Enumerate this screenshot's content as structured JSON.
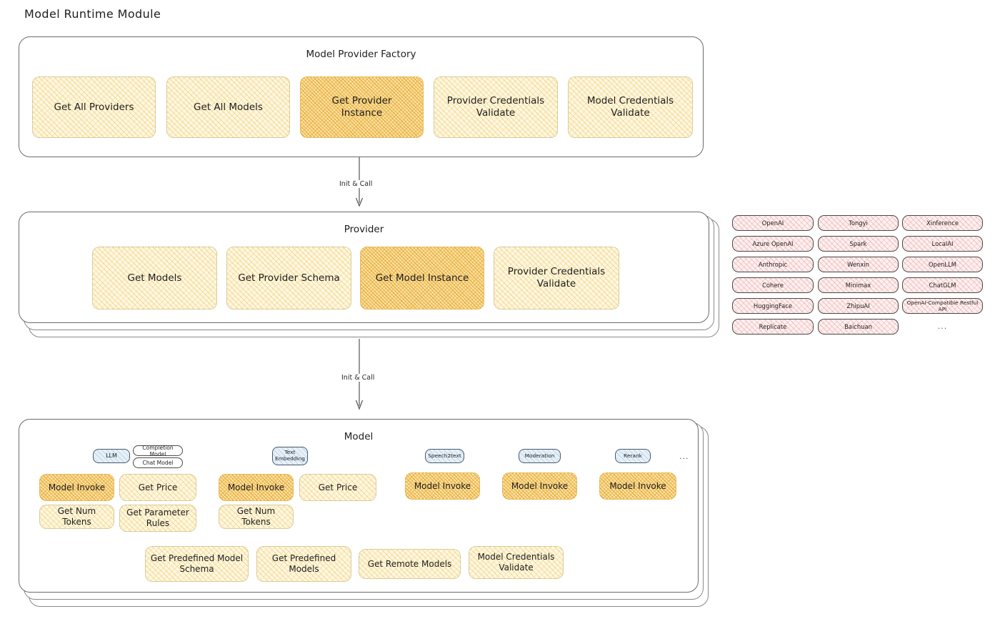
{
  "page": {
    "title": "Model Runtime Module"
  },
  "factory": {
    "title": "Model Provider Factory",
    "boxes": [
      {
        "label": "Get All Providers",
        "highlight": false
      },
      {
        "label": "Get All Models",
        "highlight": false
      },
      {
        "label": "Get Provider\nInstance",
        "highlight": true
      },
      {
        "label": "Provider Credentials\nValidate",
        "highlight": false
      },
      {
        "label": "Model Credentials\nValidate",
        "highlight": false
      }
    ]
  },
  "arrows": [
    {
      "label": "Init & Call"
    },
    {
      "label": "Init & Call"
    }
  ],
  "provider": {
    "title": "Provider",
    "boxes": [
      {
        "label": "Get Models",
        "highlight": false
      },
      {
        "label": "Get Provider Schema",
        "highlight": false
      },
      {
        "label": "Get Model Instance",
        "highlight": true
      },
      {
        "label": "Provider Credentials\nValidate",
        "highlight": false
      }
    ]
  },
  "provider_list": {
    "columns": [
      {
        "items": [
          "OpenAI",
          "Azure OpenAI",
          "Anthropic",
          "Cohere",
          "HuggingFace",
          "Replicate"
        ]
      },
      {
        "items": [
          "Tongyi",
          "Spark",
          "Wenxin",
          "Minimax",
          "ZhipuAI",
          "Baichuan"
        ]
      },
      {
        "items": [
          "Xinference",
          "LocalAI",
          "OpenLLM",
          "ChatGLM",
          "OpenAI-Compatible Restful API"
        ]
      }
    ],
    "more": "..."
  },
  "model": {
    "title": "Model",
    "more": "...",
    "types": [
      {
        "badge": "LLM",
        "subbadges": [
          "Completion Model",
          "Chat Model"
        ],
        "boxes": [
          {
            "label": "Model Invoke",
            "highlight": true
          },
          {
            "label": "Get Price",
            "highlight": false
          },
          {
            "label": "Get Num Tokens",
            "highlight": false
          },
          {
            "label": "Get Parameter\nRules",
            "highlight": false
          }
        ]
      },
      {
        "badge": "Text\nEmbedding",
        "subbadges": [],
        "boxes": [
          {
            "label": "Model Invoke",
            "highlight": true
          },
          {
            "label": "Get Price",
            "highlight": false
          },
          {
            "label": "Get Num Tokens",
            "highlight": false
          }
        ]
      },
      {
        "badge": "Speech2text",
        "subbadges": [],
        "boxes": [
          {
            "label": "Model Invoke",
            "highlight": true
          }
        ]
      },
      {
        "badge": "Moderation",
        "subbadges": [],
        "boxes": [
          {
            "label": "Model Invoke",
            "highlight": true
          }
        ]
      },
      {
        "badge": "Rerank",
        "subbadges": [],
        "boxes": [
          {
            "label": "Model Invoke",
            "highlight": true
          }
        ]
      }
    ],
    "common_boxes": [
      {
        "label": "Get Predefined Model\nSchema"
      },
      {
        "label": "Get Predefined\nModels"
      },
      {
        "label": "Get Remote Models"
      },
      {
        "label": "Model Credentials\nValidate"
      }
    ]
  },
  "colors": {
    "accent_yellow": "#fdf7e3",
    "accent_yellow_strong": "#fbe3ae",
    "provider_pink": "#fdf0f0",
    "badge_blue": "#e6f0f8",
    "stroke": "#6b6b6b"
  }
}
